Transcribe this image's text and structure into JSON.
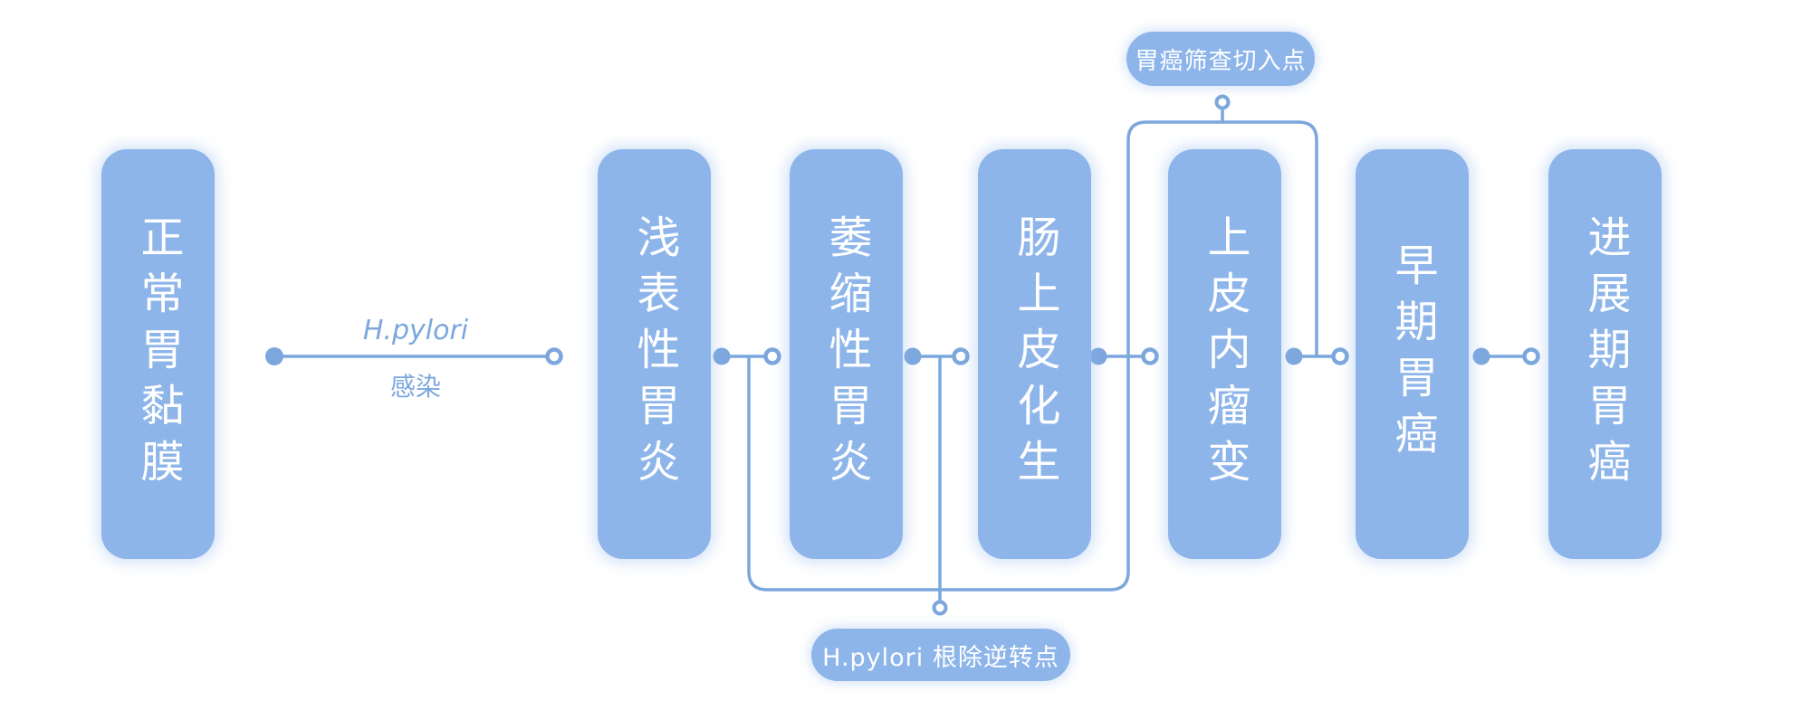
{
  "diagram": {
    "title_implicit": "胃癌发生发展阶段流程",
    "colors": {
      "background": "#FFFFFF",
      "box_fill": "#8DB5EA",
      "line": "#7CA7DD",
      "box_text": "#FFFFFF",
      "pill_fill": "#8DB5EA",
      "pill_text": "#FFFFFF"
    },
    "stages": [
      {
        "label": "正常胃黏膜"
      },
      {
        "label": "浅表性胃炎"
      },
      {
        "label": "萎缩性胃炎"
      },
      {
        "label": "肠上皮化生"
      },
      {
        "label": "上皮内瘤变"
      },
      {
        "label": "早期胃癌"
      },
      {
        "label": "进展期胃癌"
      }
    ],
    "transition": {
      "primary": "H.pylori",
      "secondary": "感染"
    },
    "callouts": {
      "screening": "胃癌筛查切入点",
      "eradication": "H.pylori 根除逆转点"
    }
  }
}
